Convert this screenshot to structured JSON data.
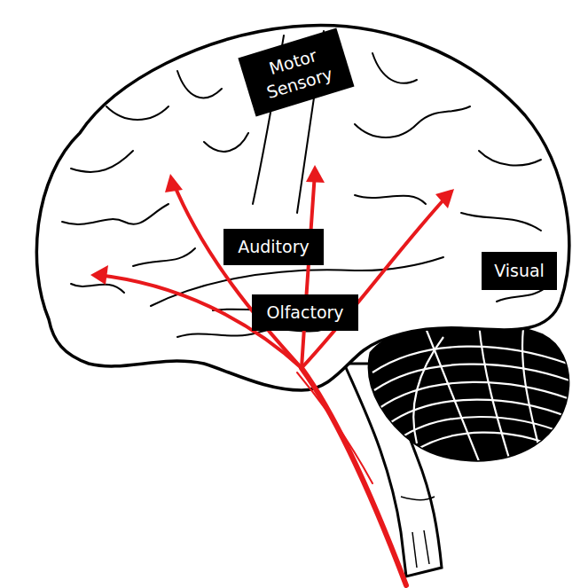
{
  "diagram": {
    "nodes": [
      {
        "text": [
          "Motor Sensory"
        ]
      },
      {
        "text": [
          "Auditory"
        ]
      },
      {
        "text": [
          "Visual"
        ]
      },
      {
        "text": [
          "Olfactory"
        ]
      }
    ]
  }
}
